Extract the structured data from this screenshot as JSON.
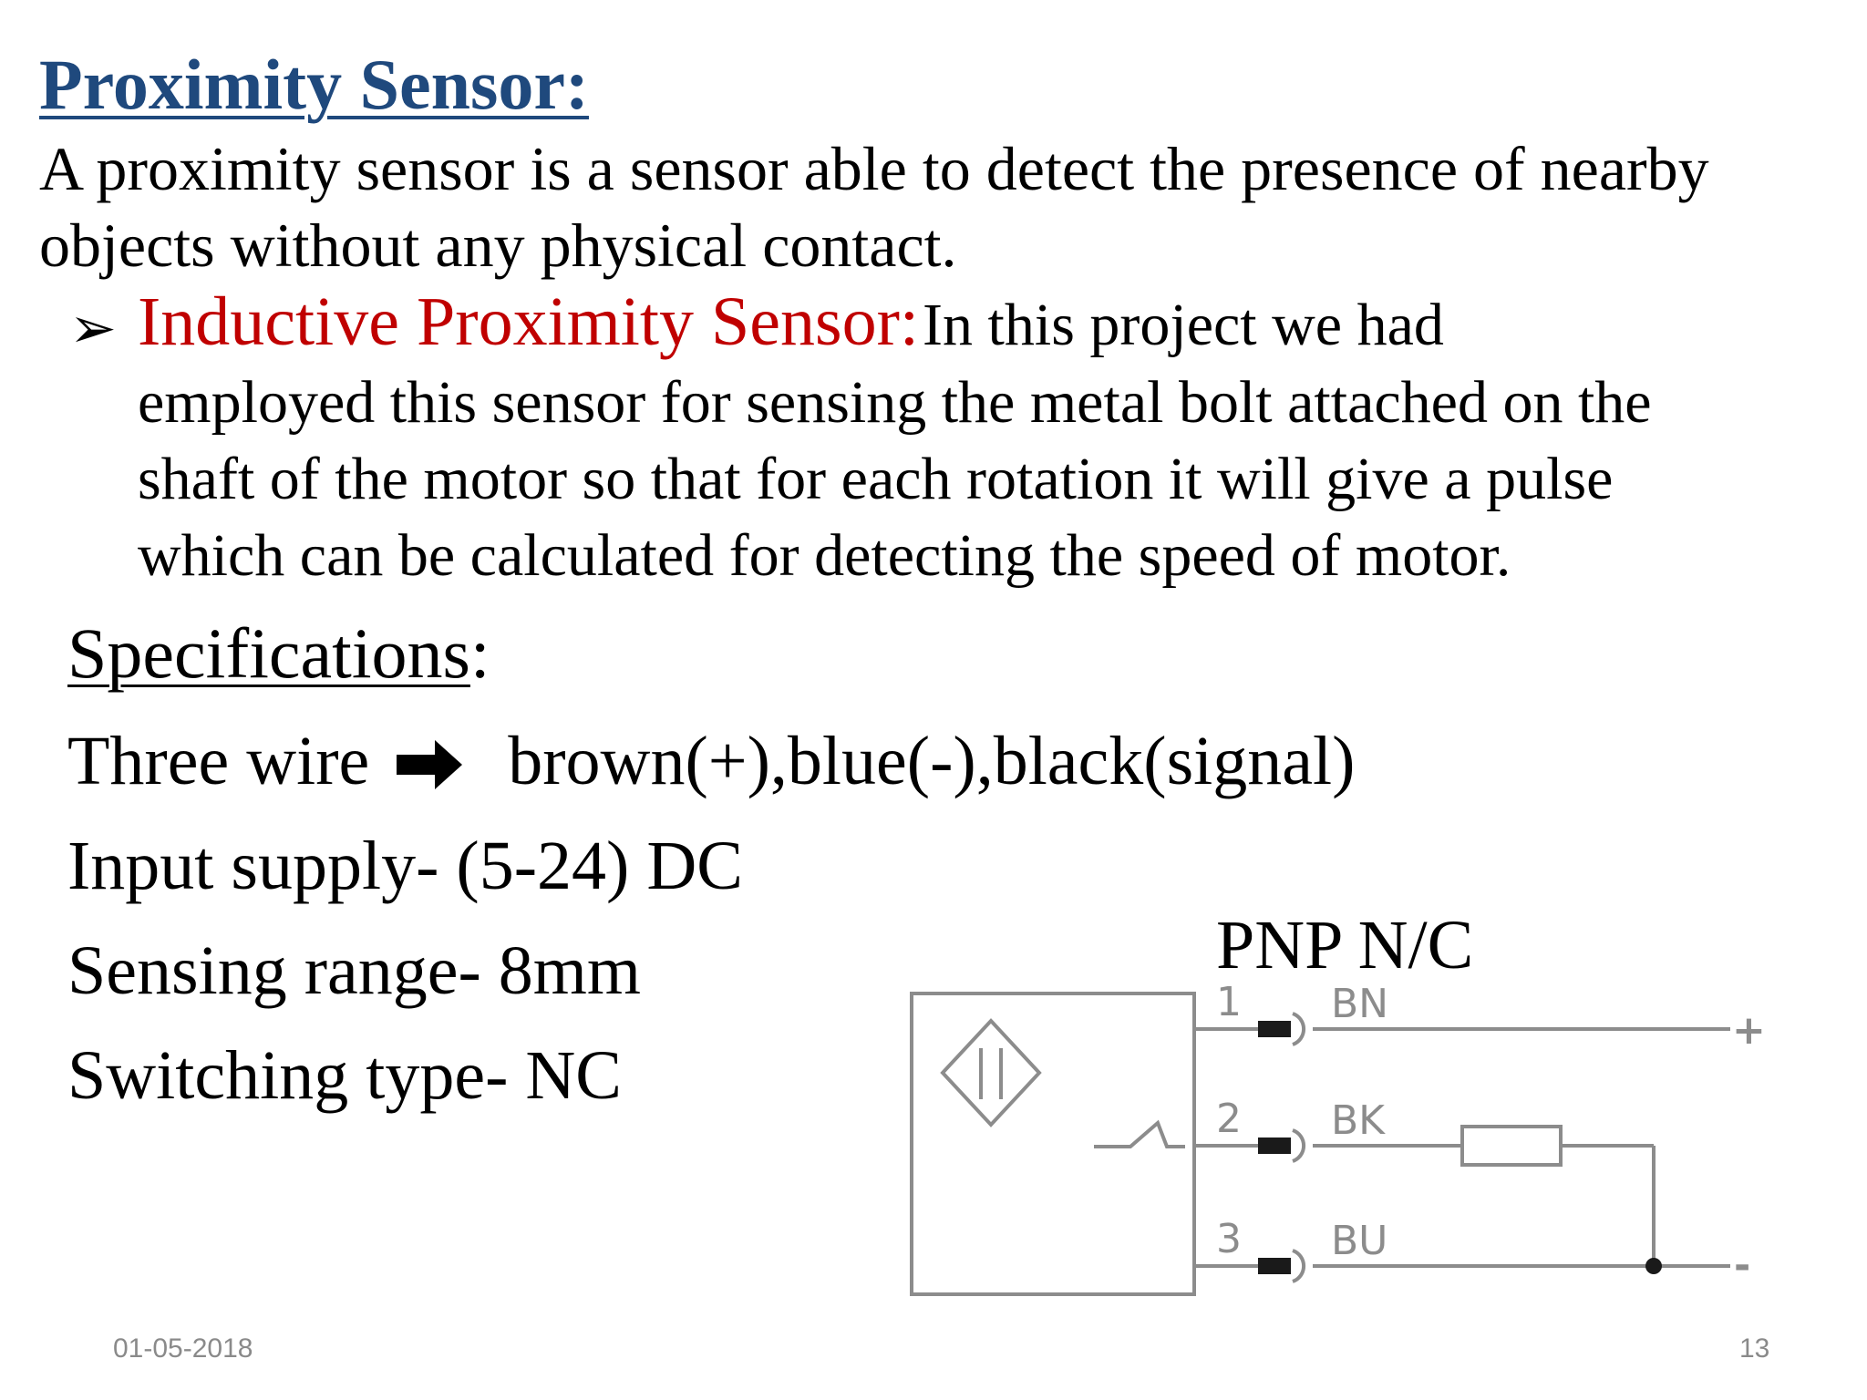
{
  "slide": {
    "title": "Proximity Sensor:",
    "intro": "A proximity sensor is a sensor able to detect the presence of nearby objects without any physical contact.",
    "bullet": {
      "marker": "➢",
      "heading": "Inductive Proximity Sensor:",
      "lines": [
        "In this project we had",
        "employed this sensor for sensing the metal bolt attached on the",
        "shaft of the motor so that for each rotation it will give a pulse",
        "which can be calculated for detecting the speed of motor."
      ]
    },
    "specifications": {
      "heading": "Specifications",
      "colon": ":",
      "three_wire_label": "Three wire",
      "three_wire_value": "brown(+),blue(-),black(signal)",
      "input_supply": "Input supply- (5-24) DC",
      "sensing_range": "Sensing range- 8mm",
      "switching_type": "Switching type- NC"
    },
    "diagram": {
      "title": "PNP N/C",
      "pins": [
        {
          "number": "1",
          "label": "BN",
          "terminal": "+"
        },
        {
          "number": "2",
          "label": "BK",
          "terminal": ""
        },
        {
          "number": "3",
          "label": "BU",
          "terminal": "-"
        }
      ]
    },
    "footer": {
      "date": "01-05-2018",
      "page": "13"
    },
    "colors": {
      "title": "#1F497D",
      "bullet_heading": "#C00000",
      "diagram_lines": "#8c8c8c",
      "footer_text": "#8a8a8a"
    },
    "icons": {
      "bullet": "arrow-bullet-icon",
      "three_wire": "right-arrow-icon",
      "sensor_symbol": "inductive-sensor-symbol"
    }
  }
}
